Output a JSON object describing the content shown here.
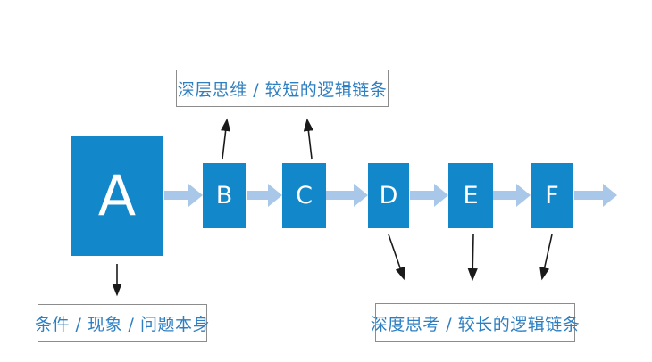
{
  "diagram": {
    "title": "logic-chain-flow-diagram",
    "nodes": [
      {
        "id": "A",
        "label": "A",
        "role": "source"
      },
      {
        "id": "B",
        "label": "B",
        "role": "step"
      },
      {
        "id": "C",
        "label": "C",
        "role": "step"
      },
      {
        "id": "D",
        "label": "D",
        "role": "step"
      },
      {
        "id": "E",
        "label": "E",
        "role": "step"
      },
      {
        "id": "F",
        "label": "F",
        "role": "step"
      }
    ],
    "flow": [
      "A→B",
      "B→C",
      "C→D",
      "D→E",
      "E→F",
      "F→…"
    ],
    "annotations": {
      "top": "深层思维 / 较短的逻辑链条",
      "top_points_to": [
        "B",
        "C"
      ],
      "bottom_left": "条件 / 现象 / 问题本身",
      "bottom_left_points_to": [
        "A"
      ],
      "bottom_right": "深度思考 / 较长的逻辑链条",
      "bottom_right_points_to": [
        "D",
        "E",
        "F"
      ]
    },
    "colors": {
      "node_fill": "#1287c9",
      "node_text": "#ffffff",
      "flow_arrow": "#a9c7e8",
      "annotation_text": "#2e7fc1",
      "annotation_border": "#8c8c8c",
      "black_arrow": "#1a1a1a",
      "background": "#ffffff"
    }
  }
}
